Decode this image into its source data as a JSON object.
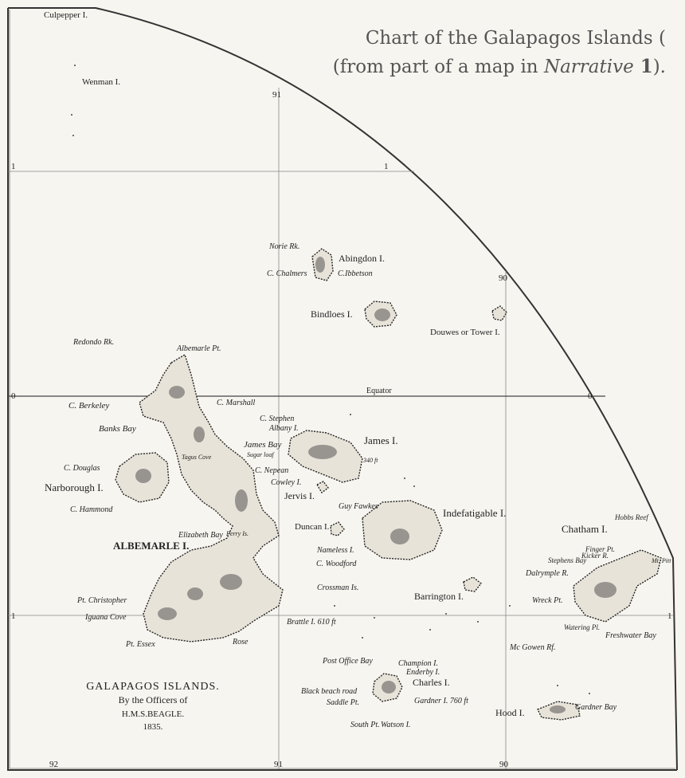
{
  "caption": {
    "line1": "Chart of the Galapagos Islands (",
    "line2_pre": "(from part of a map in ",
    "line2_ital": "Narrative",
    "line2_bold": " 1",
    "line2_post": ")."
  },
  "grid": {
    "lon_labels": [
      "91",
      "90",
      "92",
      "91",
      "90"
    ],
    "lat_labels": [
      "1",
      "1",
      "0",
      "0",
      "1",
      "1"
    ],
    "equator": "Equator"
  },
  "islands": {
    "culpepper": "Culpepper I.",
    "wenman": "Wenman I.",
    "abingdon": "Abingdon I.",
    "bindloes": "Bindloes I.",
    "tower": "Douwes or Tower I.",
    "james": "James I.",
    "indefatigable": "Indefatigable I.",
    "narborough": "Narborough I.",
    "albemarle": "ALBEMARLE I.",
    "chatham": "Chatham I.",
    "barrington": "Barrington I.",
    "charles": "Charles I.",
    "hood": "Hood I.",
    "jervis": "Jervis I.",
    "duncan": "Duncan I.",
    "champion": "Champion I.",
    "enderby": "Enderby I.",
    "gardner_i": "Gardner I. 760 ft",
    "watson": "Watson I.",
    "brattle": "Brattle I. 610 ft",
    "crossman": "Crossman Is.",
    "cowley": "Cowley I.",
    "albany": "Albany I.",
    "nameless": "Nameless I."
  },
  "places": {
    "norie": "Norie Rk.",
    "chalmers": "C. Chalmers",
    "ibbetson": "C.Ibbetson",
    "redondo": "Redondo Rk.",
    "albemarle_pt": "Albemarle Pt.",
    "berkeley": "C. Berkeley",
    "marshall": "C. Marshall",
    "banks_bay": "Banks Bay",
    "tagus": "Tagus Cove",
    "douglas": "C. Douglas",
    "hammond": "C. Hammond",
    "elizabeth_bay": "Elizabeth Bay",
    "perry": "Perry Is.",
    "stephen": "C. Stephen",
    "james_bay": "James Bay",
    "sugar_loaf": "Sugar loaf",
    "nepean": "C. Nepean",
    "guy_fawkes": "Guy Fawkes",
    "woodford": "C. Woodford",
    "christopher": "Pt. Christopher",
    "iguana": "Iguana Cove",
    "essex": "Pt. Essex",
    "rose": "Rose",
    "post_office": "Post Office Bay",
    "black_beach": "Black beach road",
    "saddle": "Saddle Pt.",
    "south_pt": "South Pt.",
    "gardner_bay": "Gardner Bay",
    "mc_gowen": "Mc Gowen Rf.",
    "wreck": "Wreck Pt.",
    "dalrymple": "Dalrymple R.",
    "stephens_bay": "Stephens Bay",
    "finger": "Finger Pt.",
    "kicker": "Kicker R.",
    "hobbs": "Hobbs Reef",
    "waterinq": "Watering Pl.",
    "freshwater": "Freshwater Bay",
    "mt_pitt": "Mt. Pitt",
    "james_340": "340 ft"
  },
  "title_block": {
    "title": "GALAPAGOS ISLANDS.",
    "by": "By the Officers of",
    "ship": "H.M.S.BEAGLE.",
    "year": "1835."
  },
  "colors": {
    "paper": "#f7f5f0",
    "ink": "#222222",
    "caption": "#555555"
  }
}
